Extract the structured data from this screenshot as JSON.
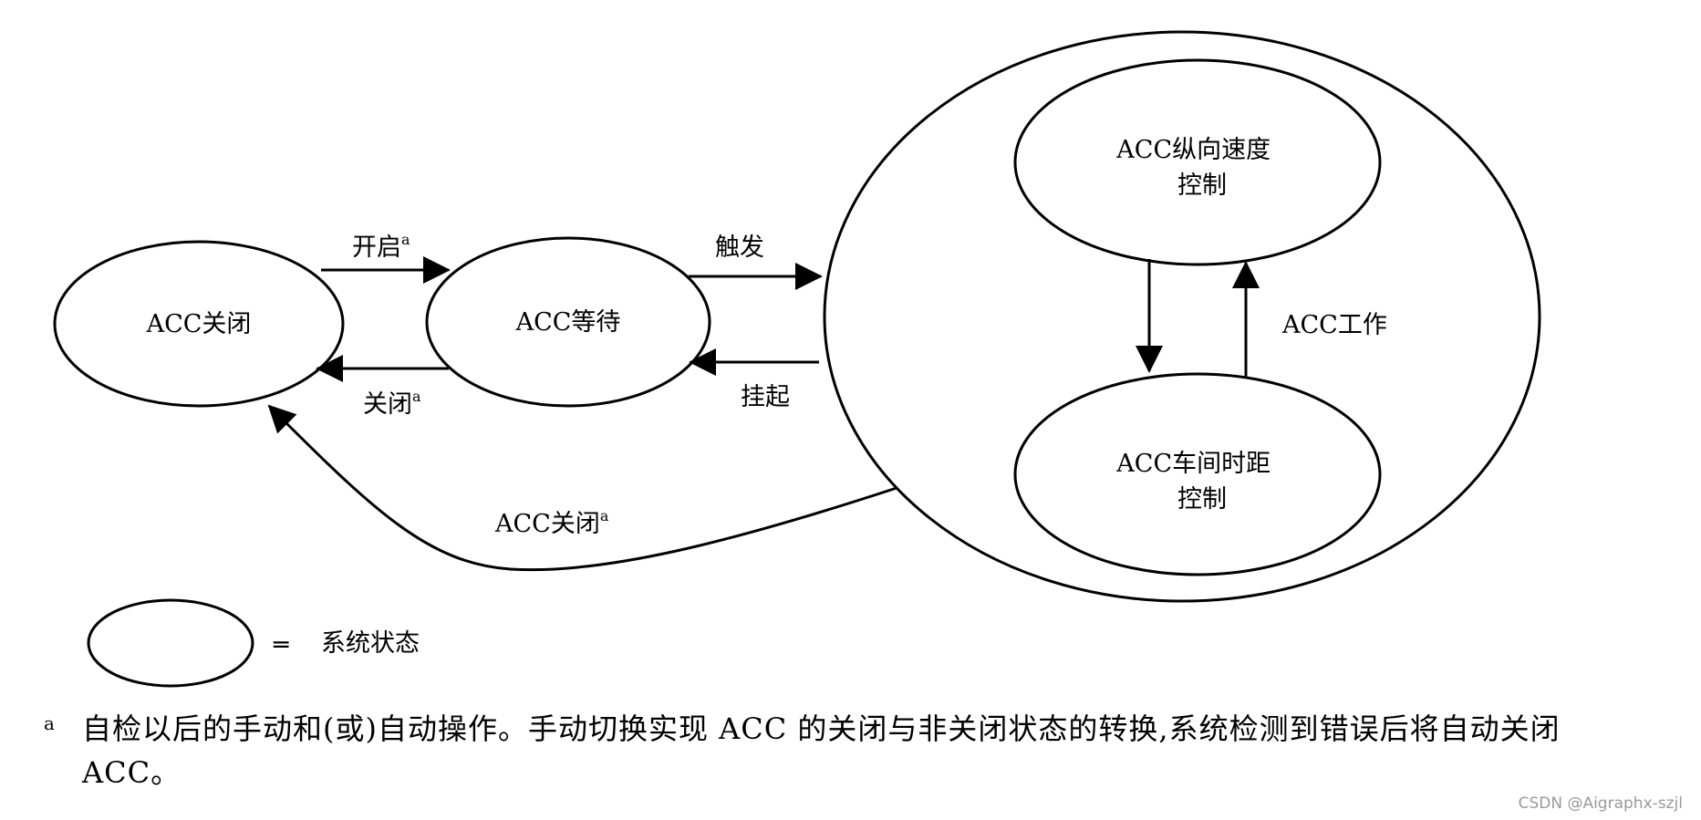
{
  "diagram": {
    "states": {
      "acc_off": "ACC关闭",
      "acc_standby": "ACC等待",
      "acc_longitudinal": [
        "ACC纵向速度",
        "控制"
      ],
      "acc_headway": [
        "ACC车间时距",
        "控制"
      ]
    },
    "transitions": {
      "turn_on": "开启",
      "turn_off": "关闭",
      "trigger": "触发",
      "suspend": "挂起",
      "acc_work": "ACC工作",
      "acc_off_from_active": "ACC关闭",
      "footnote_marker": "a"
    },
    "legend": {
      "symbol": "═",
      "label": "系统状态"
    }
  },
  "footnote": {
    "marker": "a",
    "text": "自检以后的手动和(或)自动操作。手动切换实现 ACC 的关闭与非关闭状态的转换,系统检测到错误后将自动关闭 ACC。"
  },
  "watermark": "CSDN @Aigraphx-szjl"
}
